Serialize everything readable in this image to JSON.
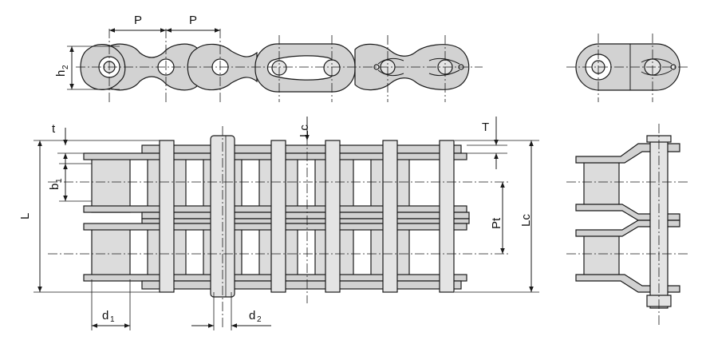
{
  "labels": {
    "pitch_1": "P",
    "pitch_2": "P",
    "h2_main": "h",
    "h2_sub": "2",
    "t": "t",
    "b1_main": "b",
    "b1_sub": "1",
    "L": "L",
    "Lc_top": "Lc",
    "T": "T",
    "Pt": "Pt",
    "Lc_right": "Lc",
    "d1_main": "d",
    "d1_sub": "1",
    "d2_main": "d",
    "d2_sub": "2"
  }
}
